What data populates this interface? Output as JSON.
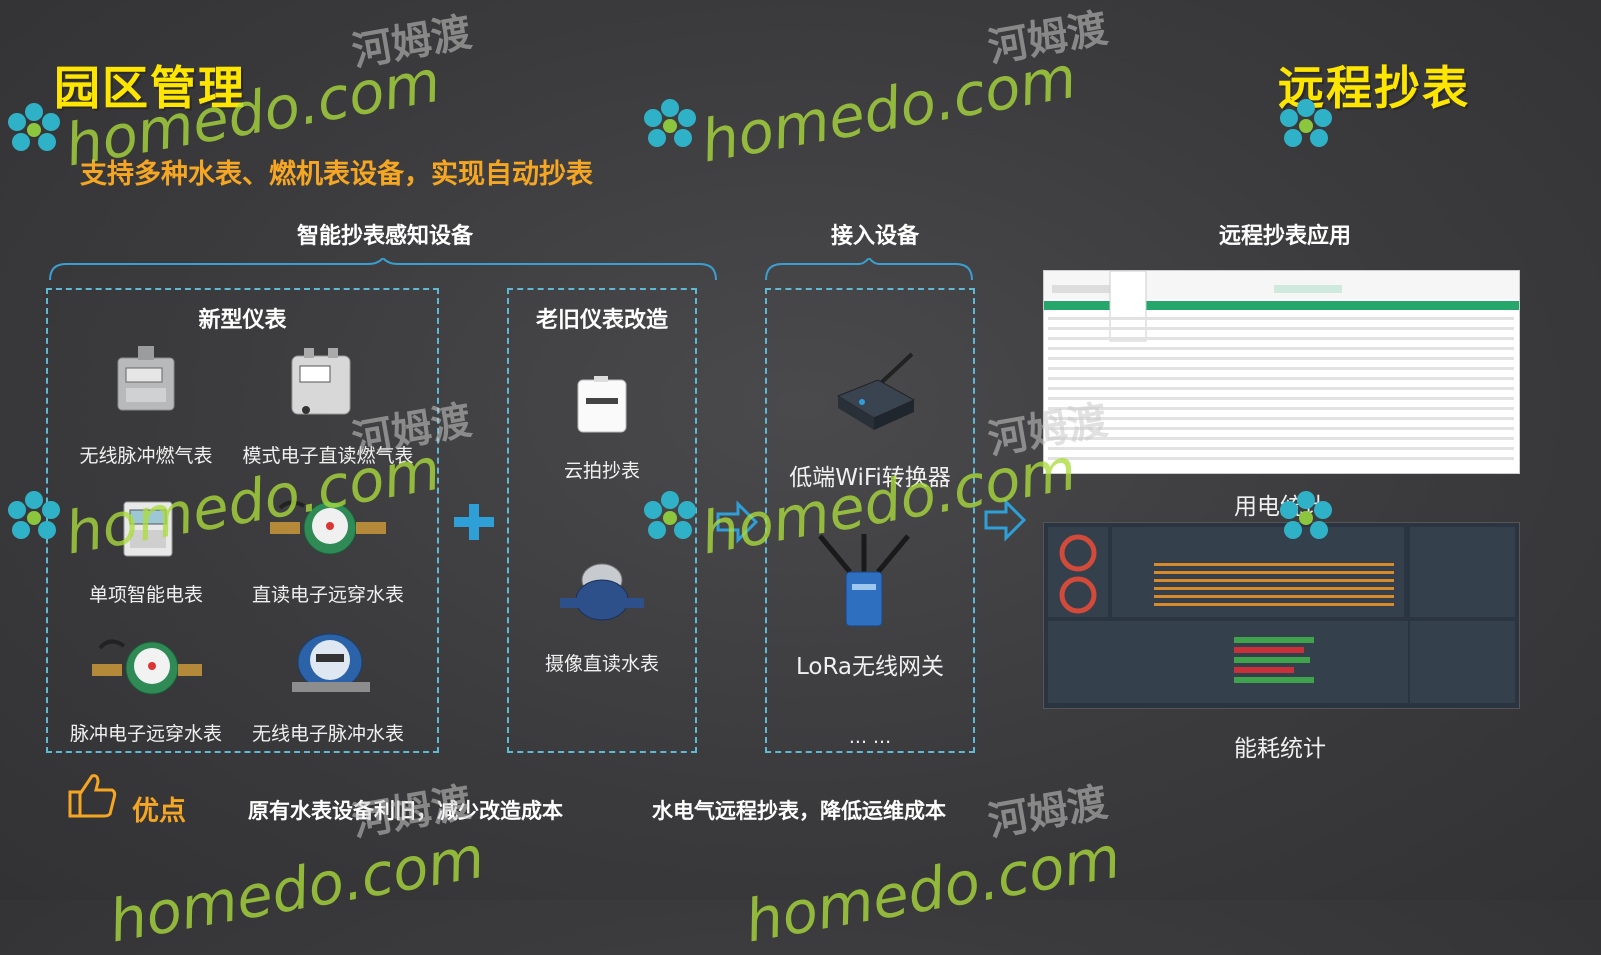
{
  "header": {
    "left_title": "园区管理",
    "right_title": "远程抄表",
    "subtitle": "支持多种水表、燃机表设备，实现自动抄表"
  },
  "sections": {
    "sensing": "智能抄表感知设备",
    "access": "接入设备",
    "app": "远程抄表应用"
  },
  "new_meters": {
    "title": "新型仪表",
    "items": [
      {
        "label": "无线脉冲燃气表"
      },
      {
        "label": "模式电子直读燃气表"
      },
      {
        "label": "单项智能电表"
      },
      {
        "label": "直读电子远穿水表"
      },
      {
        "label": "脉冲电子远穿水表"
      },
      {
        "label": "无线电子脉冲水表"
      }
    ]
  },
  "old_meters": {
    "title": "老旧仪表改造",
    "items": [
      {
        "label": "云拍抄表"
      },
      {
        "label": "摄像直读水表"
      }
    ]
  },
  "access_devices": {
    "items": [
      {
        "label": "低端WiFi转换器"
      },
      {
        "label": "LoRa无线网关"
      }
    ],
    "more": "... ..."
  },
  "apps": {
    "electric": "用电统计",
    "energy": "能耗统计"
  },
  "advantages": {
    "label": "优点",
    "point1": "原有水表设备利旧，减少改造成本",
    "point2": "水电气远程抄表，降低运维成本"
  },
  "watermark": {
    "brand": "homedo.com",
    "cn": "河姆渡"
  },
  "colors": {
    "title_yellow": "#ffe600",
    "subtitle_orange": "#f5a623",
    "dashed_border": "#5fb8d4",
    "arrow_blue": "#2f9fd8"
  },
  "icons": [
    "thumbs-up-icon",
    "plus-icon",
    "arrow-right-icon",
    "flower-logo-icon"
  ]
}
